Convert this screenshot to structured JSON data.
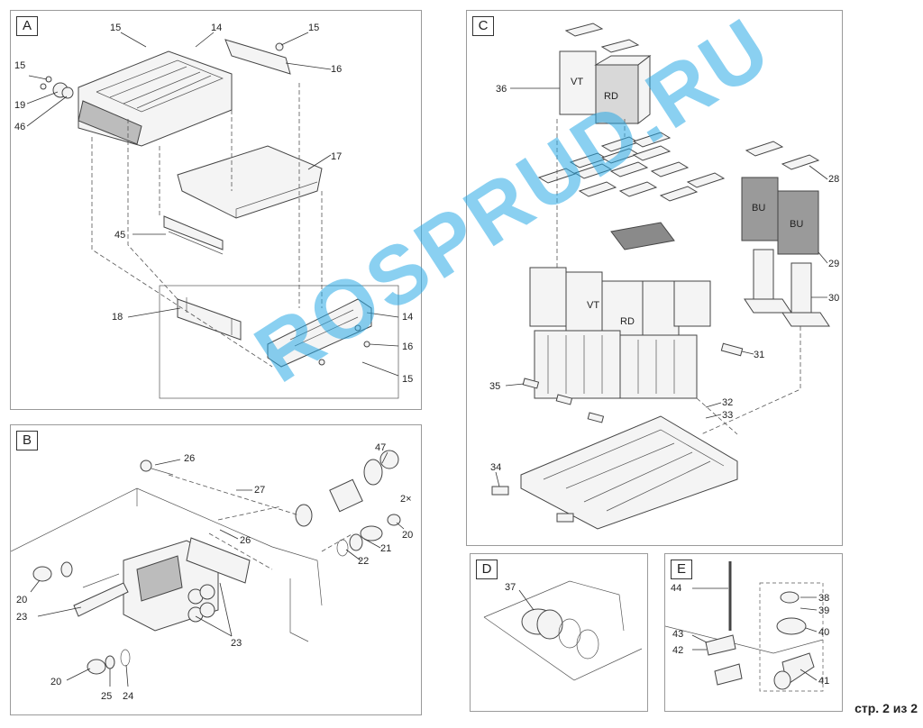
{
  "panels": {
    "A": {
      "label": "A",
      "callouts": [
        "15",
        "14",
        "15",
        "16",
        "15",
        "19",
        "46",
        "17",
        "45",
        "18",
        "14",
        "16",
        "15"
      ]
    },
    "B": {
      "label": "B",
      "callouts": [
        "26",
        "27",
        "26",
        "47",
        "2×",
        "20",
        "21",
        "22",
        "20",
        "23",
        "23",
        "20",
        "25",
        "24"
      ]
    },
    "C": {
      "label": "C",
      "callouts": [
        "36",
        "28",
        "29",
        "30",
        "31",
        "35",
        "32",
        "33",
        "34"
      ],
      "box_labels": [
        "VT",
        "RD",
        "BU",
        "BU",
        "VT",
        "RD"
      ]
    },
    "D": {
      "label": "D",
      "callouts": [
        "37"
      ]
    },
    "E": {
      "label": "E",
      "callouts": [
        "44",
        "38",
        "39",
        "40",
        "43",
        "42",
        "41"
      ]
    }
  },
  "footer": {
    "page": "стр. 2 из 2"
  },
  "watermark": {
    "text": "ROSPRUD.RU",
    "color": "#29aae6"
  }
}
